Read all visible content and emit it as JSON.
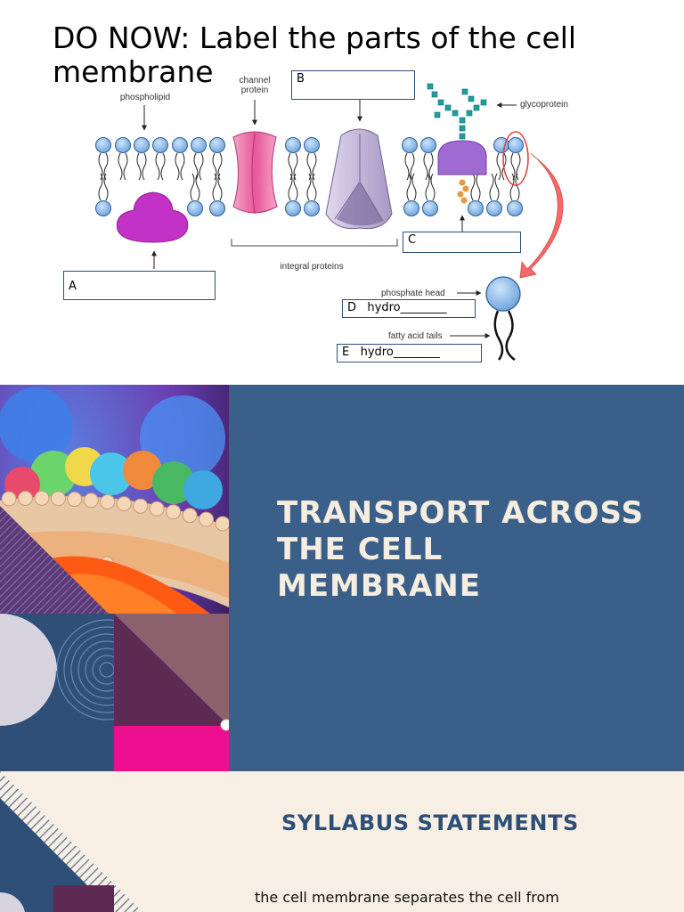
{
  "slide1": {
    "title": "DO NOW: Label the parts of the cell membrane",
    "diagram_labels": {
      "phospholipid": "phospholipid",
      "channel_protein": "channel\nprotein",
      "glycoprotein": "glycoprotein",
      "integral_proteins": "integral proteins",
      "phosphate_head": "phosphate head",
      "fatty_acid_tails": "fatty acid tails"
    },
    "answer_boxes": {
      "a": "A",
      "b": "B",
      "c": "C",
      "d": "D   hydro________",
      "e": "E   hydro________"
    }
  },
  "slide2": {
    "title": "TRANSPORT ACROSS THE CELL MEMBRANE"
  },
  "slide3": {
    "heading": "SYLLABUS STATEMENTS",
    "body": "the cell membrane separates the cell from"
  },
  "colors": {
    "navy": "#3a5f88",
    "cream": "#f8efe4",
    "phospholipid_blue": "#7fb5e8",
    "channel_pink": "#ef7bb0",
    "protein_magenta": "#c332c6",
    "carrier_lavender": "#c5b8dc",
    "glyco_purple": "#9f6bd2",
    "glyco_teal": "#1f9ea0",
    "arrow_red": "#f26a6a",
    "magenta_block": "#ec0e8e",
    "plum_block": "#5c2a52"
  }
}
